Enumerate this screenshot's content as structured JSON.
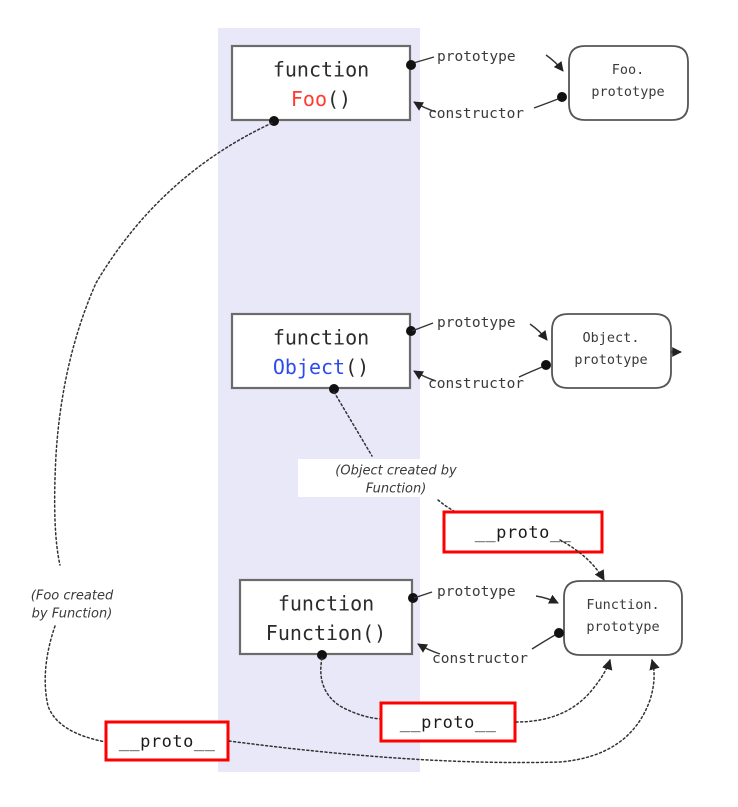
{
  "diagram": {
    "title": "JavaScript prototype chain diagram",
    "colors": {
      "band": "#e8e8f8",
      "foo_name": "#ff3b2f",
      "object_name": "#2d4cf0",
      "proto_box_border": "#ff0000",
      "line": "#333333",
      "box_border": "#6b6b6b"
    },
    "function_boxes": [
      {
        "id": "foo",
        "keyword": "function",
        "name": "Foo",
        "parens": "()",
        "name_color": "#ff3b2f"
      },
      {
        "id": "object",
        "keyword": "function",
        "name": "Object",
        "parens": "()",
        "name_color": "#2d4cf0"
      },
      {
        "id": "function",
        "keyword": "function",
        "name": "Function",
        "parens": "()",
        "name_color": "#2b2b2b"
      }
    ],
    "prototype_nodes": [
      {
        "id": "foo-prototype",
        "line1": "Foo.",
        "line2": "prototype"
      },
      {
        "id": "object-prototype",
        "line1": "Object.",
        "line2": "prototype"
      },
      {
        "id": "function-prototype",
        "line1": "Function.",
        "line2": "prototype"
      }
    ],
    "proto_boxes": [
      {
        "id": "proto-object",
        "label": "__proto__"
      },
      {
        "id": "proto-function",
        "label": "__proto__"
      },
      {
        "id": "proto-foo",
        "label": "__proto__"
      }
    ],
    "edge_labels": [
      {
        "id": "foo-prototype-edge",
        "text": "prototype"
      },
      {
        "id": "foo-constructor-edge",
        "text": "constructor"
      },
      {
        "id": "object-prototype-edge",
        "text": "prototype"
      },
      {
        "id": "object-constructor-edge",
        "text": "constructor"
      },
      {
        "id": "function-prototype-edge",
        "text": "prototype"
      },
      {
        "id": "function-constructor-edge",
        "text": "constructor"
      }
    ],
    "notes": [
      {
        "id": "note-object-created",
        "line1": "(Object created by",
        "line2": "Function)"
      },
      {
        "id": "note-foo-created",
        "line1": "(Foo created",
        "line2": "by Function)"
      }
    ]
  }
}
